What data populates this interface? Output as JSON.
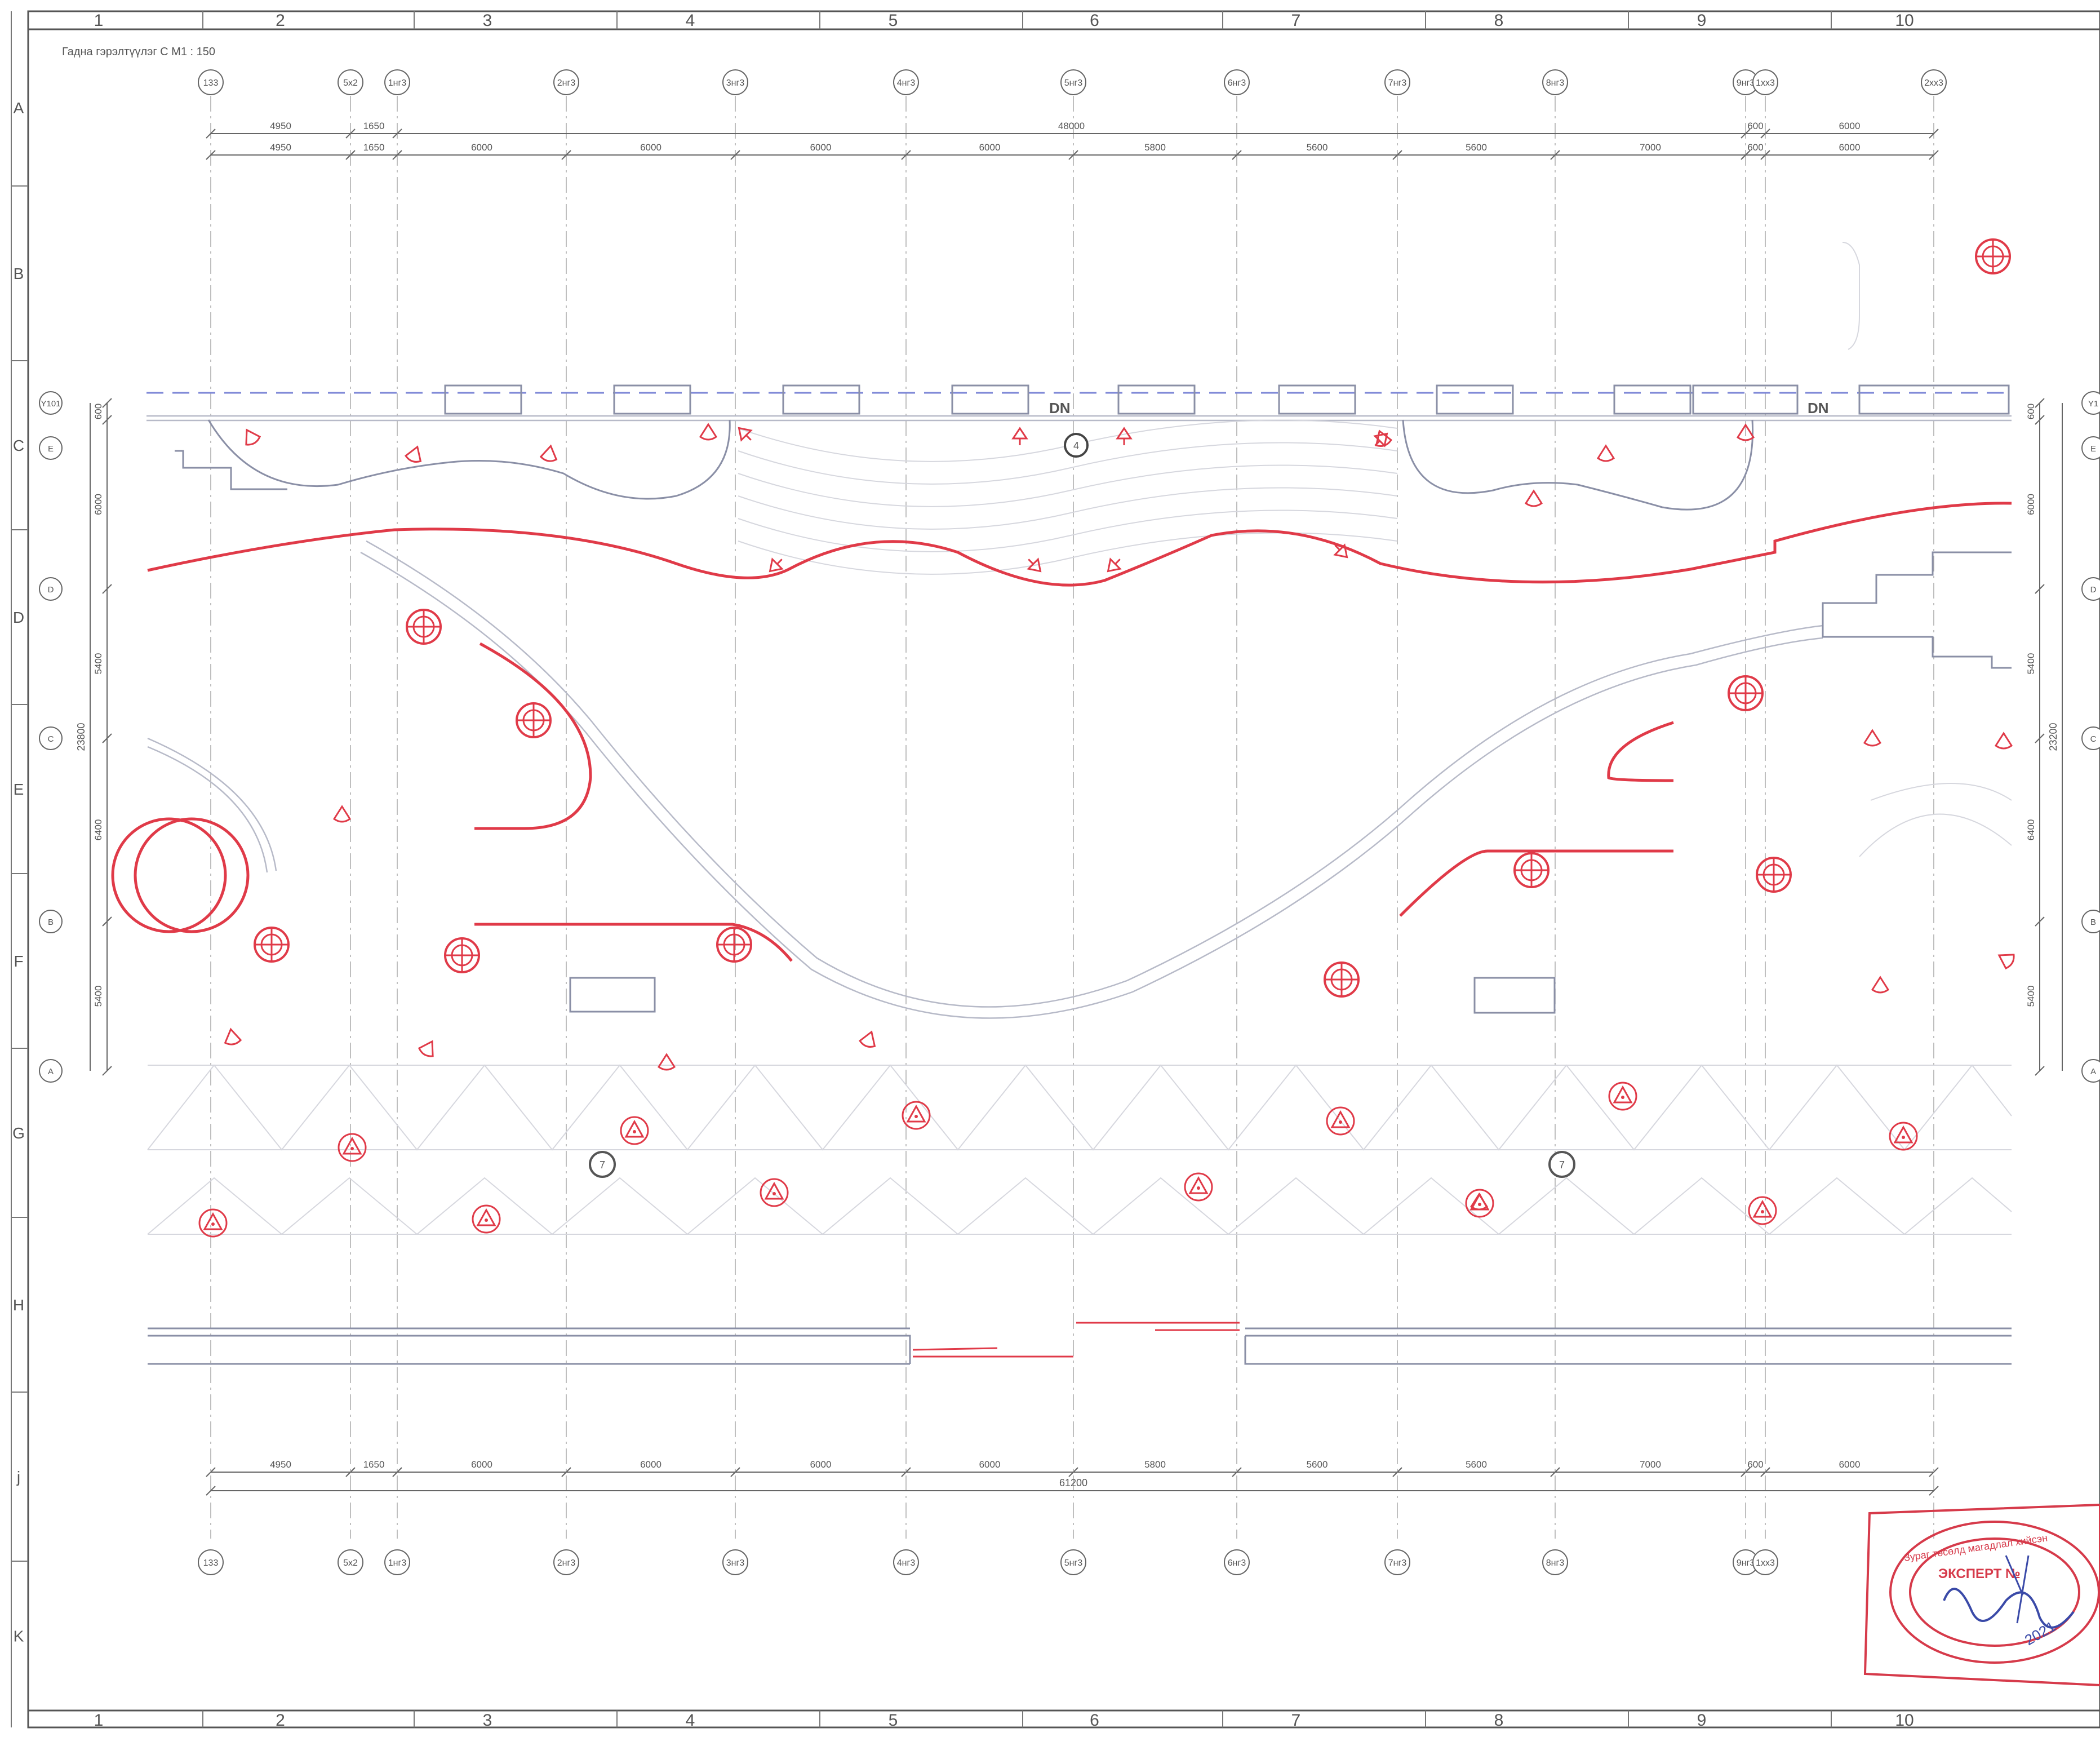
{
  "drawing_title": "Гадна гэрэлтүүлэг С М1 : 150",
  "column_numbers": [
    "1",
    "2",
    "3",
    "4",
    "5",
    "6",
    "7",
    "8",
    "9",
    "10"
  ],
  "row_letters": [
    "A",
    "B",
    "C",
    "D",
    "E",
    "F",
    "G",
    "H",
    "j",
    "K"
  ],
  "top_axis_bubbles": [
    "133",
    "5х2",
    "1нг3",
    "2нг3",
    "3нг3",
    "4нг3",
    "5нг3",
    "6нг3",
    "7нг3",
    "8нг3",
    "9нг3",
    "1хх3",
    "2хх3"
  ],
  "bottom_axis_bubbles": [
    "133",
    "5х2",
    "1нг3",
    "2нг3",
    "3нг3",
    "4нг3",
    "5нг3",
    "6нг3",
    "7нг3",
    "8нг3",
    "9нг3",
    "1хх3"
  ],
  "left_axis_bubbles": [
    "Y101",
    "E",
    "D",
    "C",
    "B",
    "A"
  ],
  "right_axis_bubbles": [
    "Y1",
    "E",
    "D",
    "C",
    "B",
    "A"
  ],
  "top_dims_row1": [
    "4950",
    "1650",
    "48000",
    "600",
    "6000"
  ],
  "top_dims_row2": [
    "4950",
    "1650",
    "6000",
    "6000",
    "6000",
    "6000",
    "5800",
    "5600",
    "5600",
    "7000",
    "600",
    "6000"
  ],
  "bottom_dims": [
    "4950",
    "1650",
    "6000",
    "6000",
    "6000",
    "6000",
    "5800",
    "5600",
    "5600",
    "7000",
    "600",
    "6000"
  ],
  "bottom_total": "61200",
  "left_dims": [
    "600",
    "6000",
    "5400",
    "6400",
    "5400"
  ],
  "left_total": "23800",
  "right_dims": [
    "600",
    "6000",
    "5400",
    "6400",
    "5400"
  ],
  "right_total": "23200",
  "labels": {
    "dn": "DN",
    "marker_top": "4",
    "marker_bottom": "7"
  },
  "stamp": {
    "line1": "Зураг төсөлд магадлал хийсэн",
    "line2": "ЭКСПЕРТ №",
    "line3": "2021"
  },
  "colors": {
    "lighting": "#e03a48",
    "structure": "#8a8fa6",
    "grid": "#aaaaaa"
  }
}
